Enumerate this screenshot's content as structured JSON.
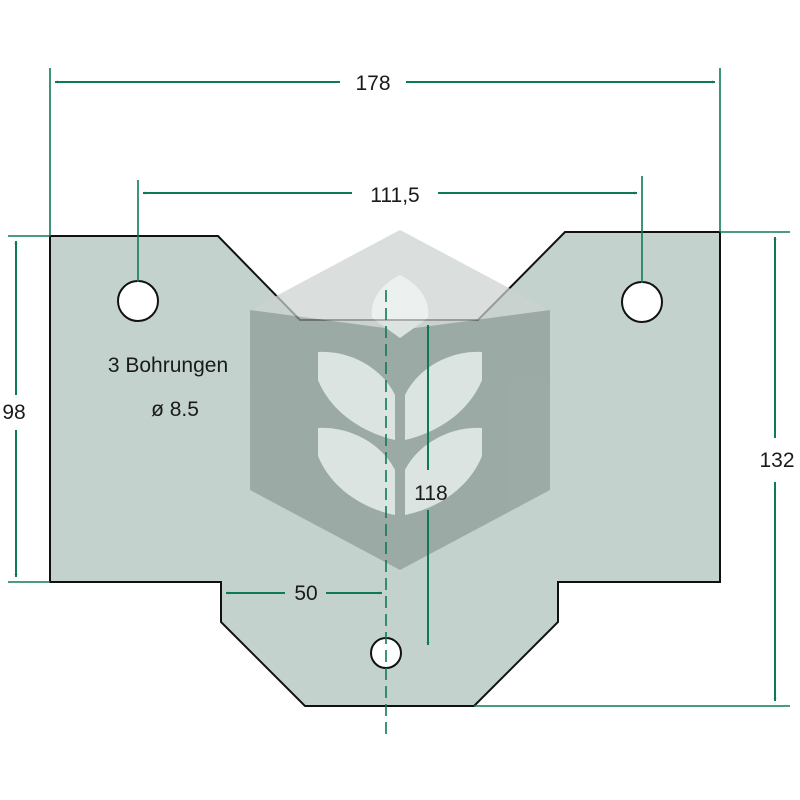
{
  "colors": {
    "plate_fill": "#c3d2cd",
    "plate_stroke": "#111111",
    "dimension": "#0e7a55",
    "watermark_dark": "#8e9b97",
    "watermark_light": "#e6ebe9"
  },
  "dimensions": {
    "overall_width": "178",
    "hole_spacing": "111,5",
    "left_height": "98",
    "right_height": "132",
    "center_height": "118",
    "bottom_offset": "50"
  },
  "note": {
    "line1": "3 Bohrungen",
    "line2": "ø 8.5"
  },
  "watermark": {
    "icon": "wheat-logo-icon"
  }
}
